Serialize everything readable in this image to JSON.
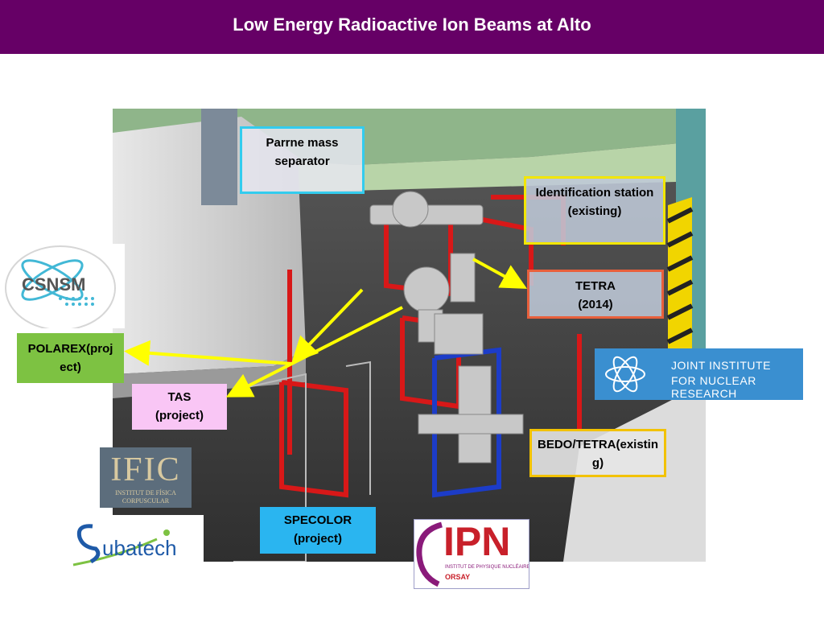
{
  "slide": {
    "title": "Low Energy Radioactive Ion Beams at Alto"
  },
  "callouts": {
    "parrne": "Parrne mass separator",
    "identification": "Identification station (existing)",
    "tetra": "TETRA (2014)",
    "polarex": "POLAREX(project)",
    "tas": "TAS (project)",
    "bedo": "BEDO/TETRA(existing)",
    "specolor": "SPECOLOR (project)"
  },
  "logos": {
    "csnsm": "CSNSM",
    "jinr_line1": "JOINT INSTITUTE",
    "jinr_line2": "FOR NUCLEAR RESEARCH",
    "ific_main": "IFIC",
    "ific_line1": "INSTITUT DE FÍSICA",
    "ific_line2": "CORPUSCULAR",
    "subatech": "Subatech",
    "ipn_main": "IPN",
    "ipn_line": "INSTITUT DE PHYSIQUE NUCLÉAIRE",
    "ipn_city": "ORSAY"
  },
  "colors": {
    "header": "#660066",
    "parrne_border": "#33ccee",
    "identification_border": "#f2e600",
    "tetra_border": "#e8603c",
    "polarex_fill": "#7dc242",
    "tas_fill": "#f9c6f5",
    "bedo_border": "#f2c200",
    "specolor_fill": "#2ab5f0",
    "arrow": "#ffff00"
  }
}
